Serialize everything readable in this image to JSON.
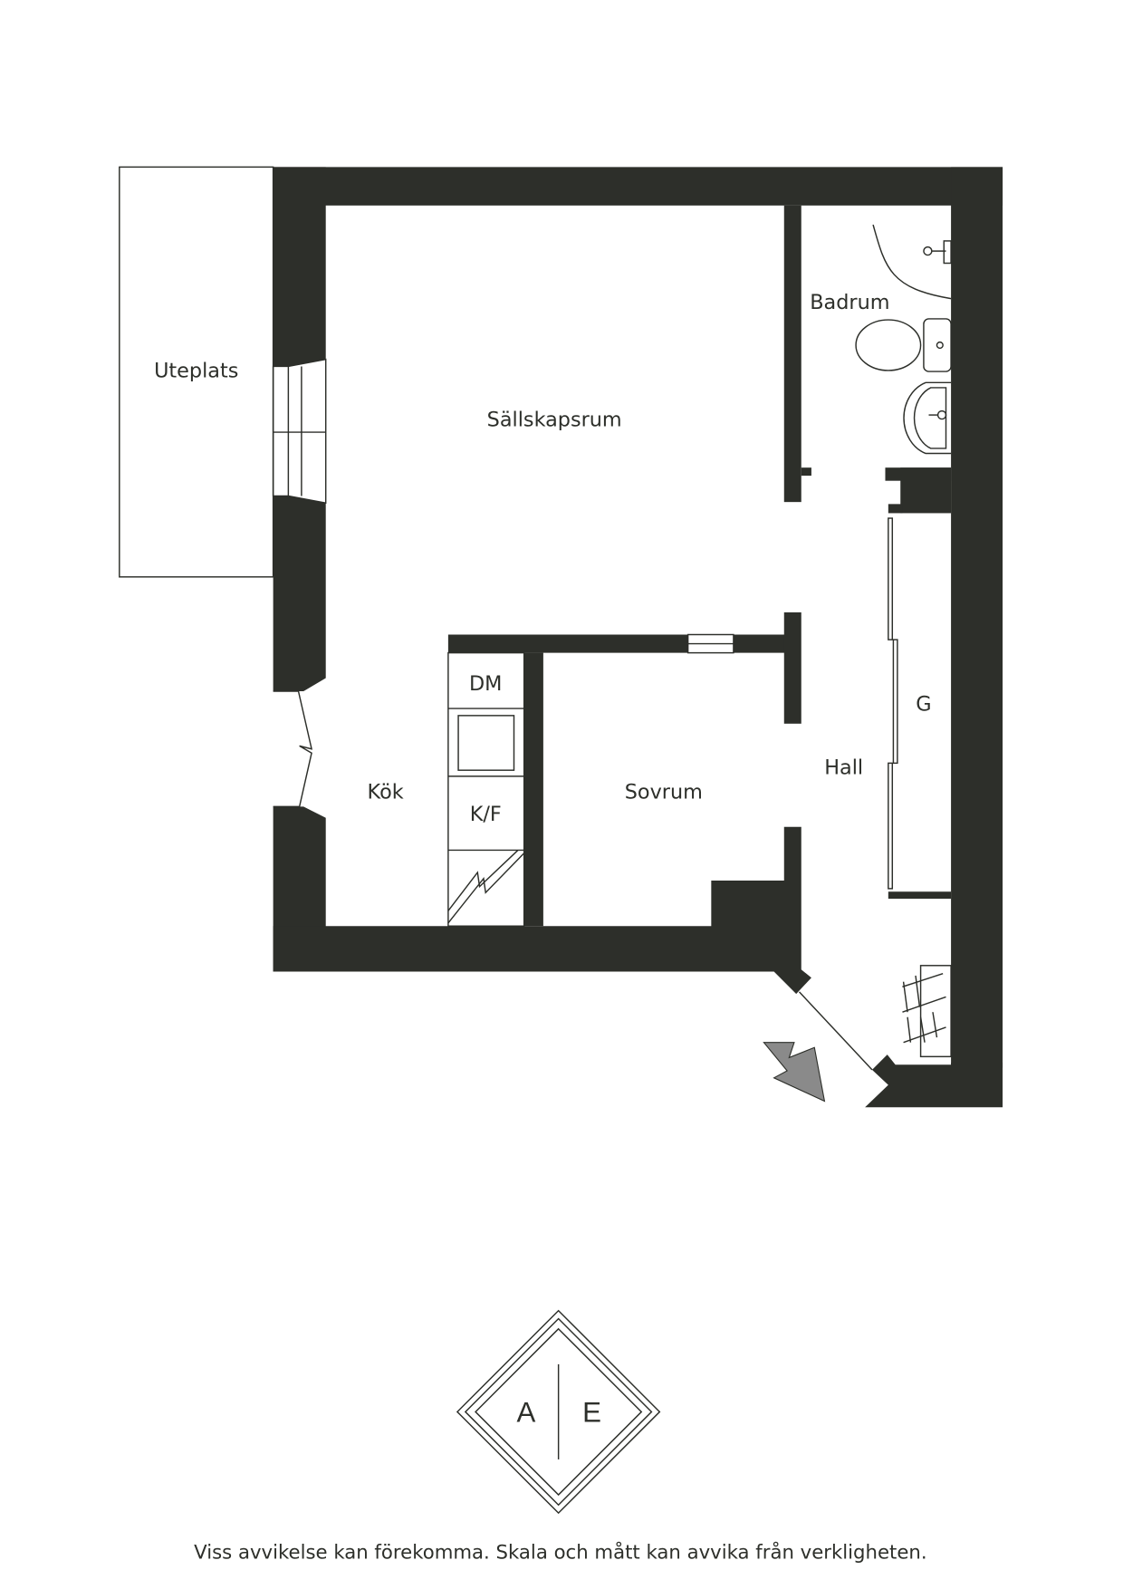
{
  "rooms": {
    "uteplats": "Uteplats",
    "sallskapsrum": "Sällskapsrum",
    "badrum": "Badrum",
    "kok": "Kök",
    "sovrum": "Sovrum",
    "hall": "Hall",
    "garderob": "G",
    "diskmaskin": "DM",
    "kylfrys": "K/F"
  },
  "logo": {
    "left": "A",
    "right": "E"
  },
  "disclaimer": "Viss avvikelse kan förekomma. Skala och mått kan avvika från verkligheten.",
  "colors": {
    "wall": "#2d2f2a",
    "arrow": "#8a8a8a"
  }
}
